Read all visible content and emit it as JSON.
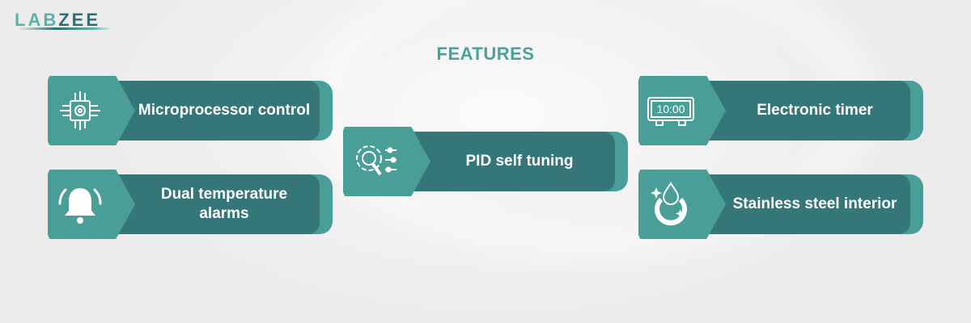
{
  "brand": {
    "logo_part1": "LAB",
    "logo_part2": "ZEE"
  },
  "title": "FEATURES",
  "colors": {
    "accent_light": "#4a9e98",
    "accent_dark": "#357778",
    "title": "#4aa39a"
  },
  "features": [
    {
      "label": "Microprocessor control",
      "icon": "microchip-gear-icon"
    },
    {
      "label": "Dual temperature alarms",
      "icon": "bell-alarm-icon"
    },
    {
      "label": "PID self tuning",
      "icon": "gear-tuning-icon"
    },
    {
      "label": "Electronic timer",
      "icon": "digital-clock-icon"
    },
    {
      "label": "Stainless steel interior",
      "icon": "drop-gear-sparkle-icon"
    }
  ],
  "clock_text": "10:00"
}
